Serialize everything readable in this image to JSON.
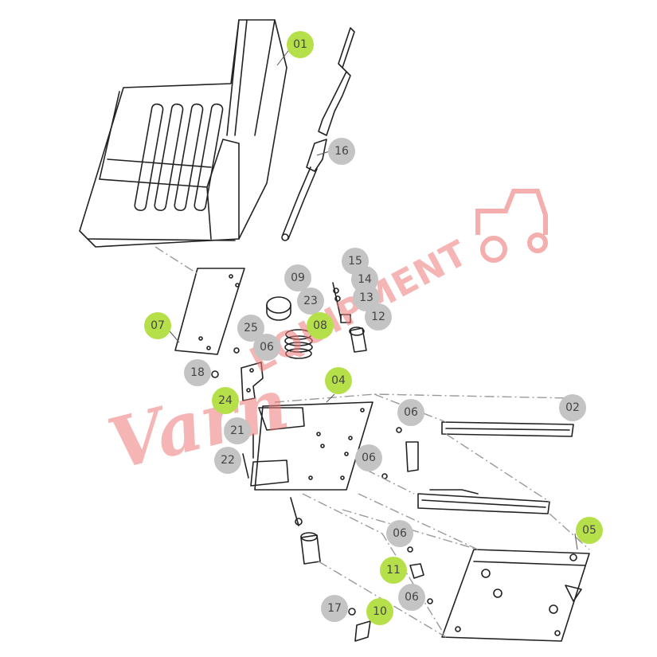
{
  "watermark": {
    "script_text": "Varn",
    "block_text": "EQUIPMENT",
    "color": "#ee7878"
  },
  "callouts": [
    {
      "id": "01",
      "label": "01",
      "style": "green"
    },
    {
      "id": "16",
      "label": "16",
      "style": "grey"
    },
    {
      "id": "07",
      "label": "07",
      "style": "green"
    },
    {
      "id": "09",
      "label": "09",
      "style": "grey"
    },
    {
      "id": "15",
      "label": "15",
      "style": "grey"
    },
    {
      "id": "14",
      "label": "14",
      "style": "grey"
    },
    {
      "id": "13",
      "label": "13",
      "style": "grey"
    },
    {
      "id": "12",
      "label": "12",
      "style": "grey"
    },
    {
      "id": "23",
      "label": "23",
      "style": "grey"
    },
    {
      "id": "08",
      "label": "08",
      "style": "green"
    },
    {
      "id": "25",
      "label": "25",
      "style": "grey"
    },
    {
      "id": "06a",
      "label": "06",
      "style": "grey"
    },
    {
      "id": "18",
      "label": "18",
      "style": "grey"
    },
    {
      "id": "04",
      "label": "04",
      "style": "green"
    },
    {
      "id": "24",
      "label": "24",
      "style": "green"
    },
    {
      "id": "06b",
      "label": "06",
      "style": "grey"
    },
    {
      "id": "02",
      "label": "02",
      "style": "grey"
    },
    {
      "id": "21",
      "label": "21",
      "style": "grey"
    },
    {
      "id": "06c",
      "label": "06",
      "style": "grey"
    },
    {
      "id": "22",
      "label": "22",
      "style": "grey"
    },
    {
      "id": "05",
      "label": "05",
      "style": "green"
    },
    {
      "id": "06d",
      "label": "06",
      "style": "grey"
    },
    {
      "id": "11",
      "label": "11",
      "style": "green"
    },
    {
      "id": "06e",
      "label": "06",
      "style": "grey"
    },
    {
      "id": "17",
      "label": "17",
      "style": "grey"
    },
    {
      "id": "10",
      "label": "10",
      "style": "green"
    }
  ],
  "colors": {
    "line": "#222222",
    "leader": "#9a9a9a",
    "callout_grey": "#c4c4c4",
    "callout_green": "#b6e04a"
  }
}
